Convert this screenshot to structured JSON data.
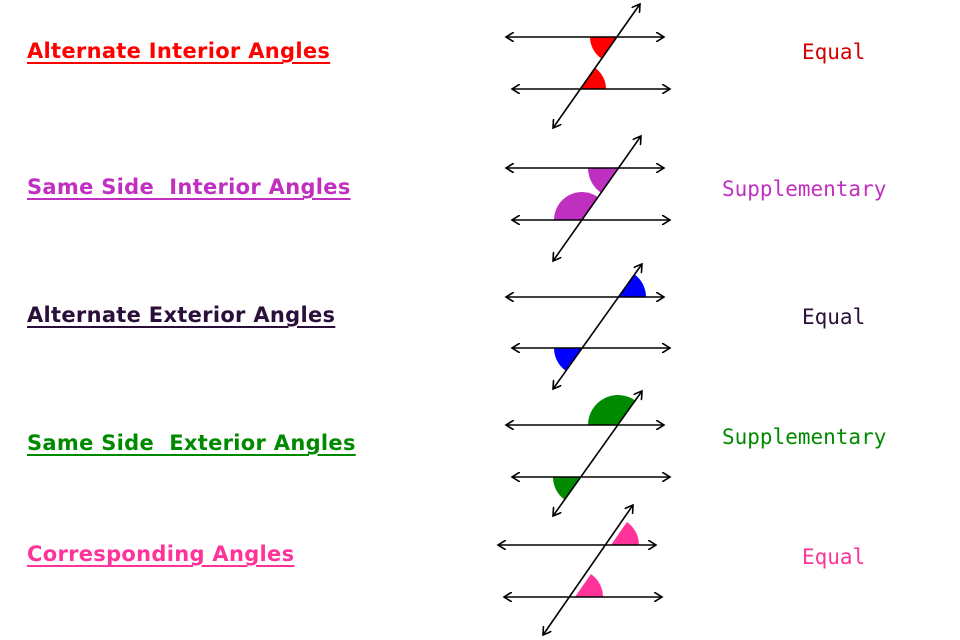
{
  "rows": [
    {
      "name": "Alternate Interior Angles",
      "relation": "Equal",
      "color": "#ff0000",
      "relation_color": "#d10000"
    },
    {
      "name": "Same Side  Interior Angles",
      "relation": "Supplementary",
      "color": "#c030c0",
      "relation_color": "#c030c0"
    },
    {
      "name": "Alternate Exterior Angles",
      "relation": "Equal",
      "color": "#2a0f3a",
      "relation_color": "#2a0f3a",
      "shade": "#0000ff"
    },
    {
      "name": "Same Side  Exterior Angles",
      "relation": "Supplementary",
      "color": "#008a00",
      "relation_color": "#008a00"
    },
    {
      "name": "Corresponding Angles",
      "relation": "Equal",
      "color": "#ff3399",
      "relation_color": "#ff3399"
    }
  ]
}
